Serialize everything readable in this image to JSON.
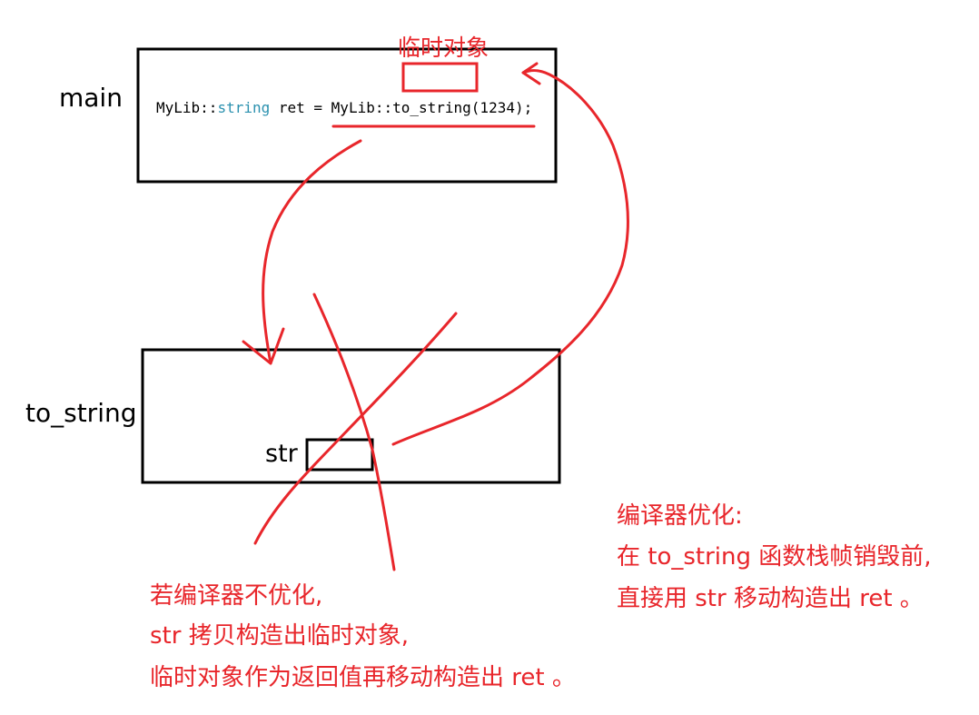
{
  "colors": {
    "annotation": "#e8262b",
    "box": "#000000",
    "code_type": "#2b91af"
  },
  "main_frame": {
    "label": "main",
    "code": {
      "prefix": "MyLib::",
      "type": "string",
      "assign": " ret = ",
      "call": "MyLib::to_string(1234);"
    },
    "temp_object_label": "临时对象"
  },
  "to_string_frame": {
    "label": "to_string",
    "local_var_label": "str"
  },
  "note_unoptimized": {
    "line1": "若编译器不优化,",
    "line2": "str 拷贝构造出临时对象,",
    "line3": "临时对象作为返回值再移动构造出 ret 。"
  },
  "note_optimized": {
    "line1": "编译器优化:",
    "line2": "在 to_string 函数栈帧销毁前,",
    "line3": "直接用 str 移动构造出 ret 。"
  }
}
